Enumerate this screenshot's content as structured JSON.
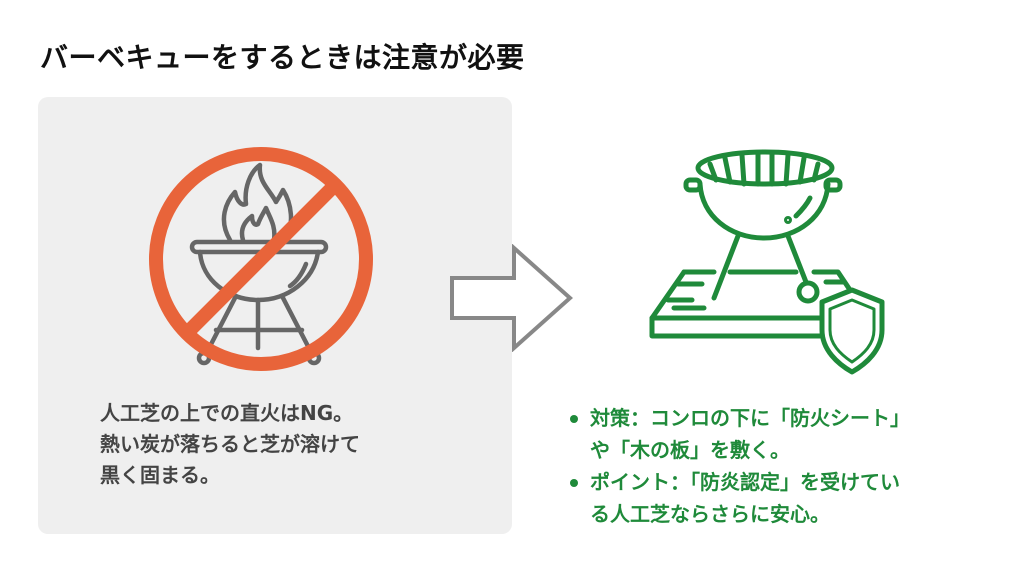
{
  "title": "バーベキューをするときは注意が必要",
  "left_panel": {
    "icon": "no-grill-fire-icon",
    "lines": [
      "人工芝の上での直火はNG。",
      "熱い炭が落ちると芝が溶けて",
      "黒く固まる。"
    ]
  },
  "arrow_icon": "arrow-right-icon",
  "right_panel": {
    "icon": "grill-on-board-shield-icon",
    "tips": [
      {
        "lines": [
          "対策：コンロの下に「防火シート」",
          "や「木の板」を敷く。"
        ]
      },
      {
        "lines": [
          "ポイント：「防炎認定」を受けてい",
          "る人工芝ならさらに安心。"
        ]
      }
    ]
  },
  "colors": {
    "accent_green": "#1f8a3a",
    "prohibit_orange": "#e8643a",
    "card_gray": "#efefef",
    "icon_gray": "#666666"
  }
}
